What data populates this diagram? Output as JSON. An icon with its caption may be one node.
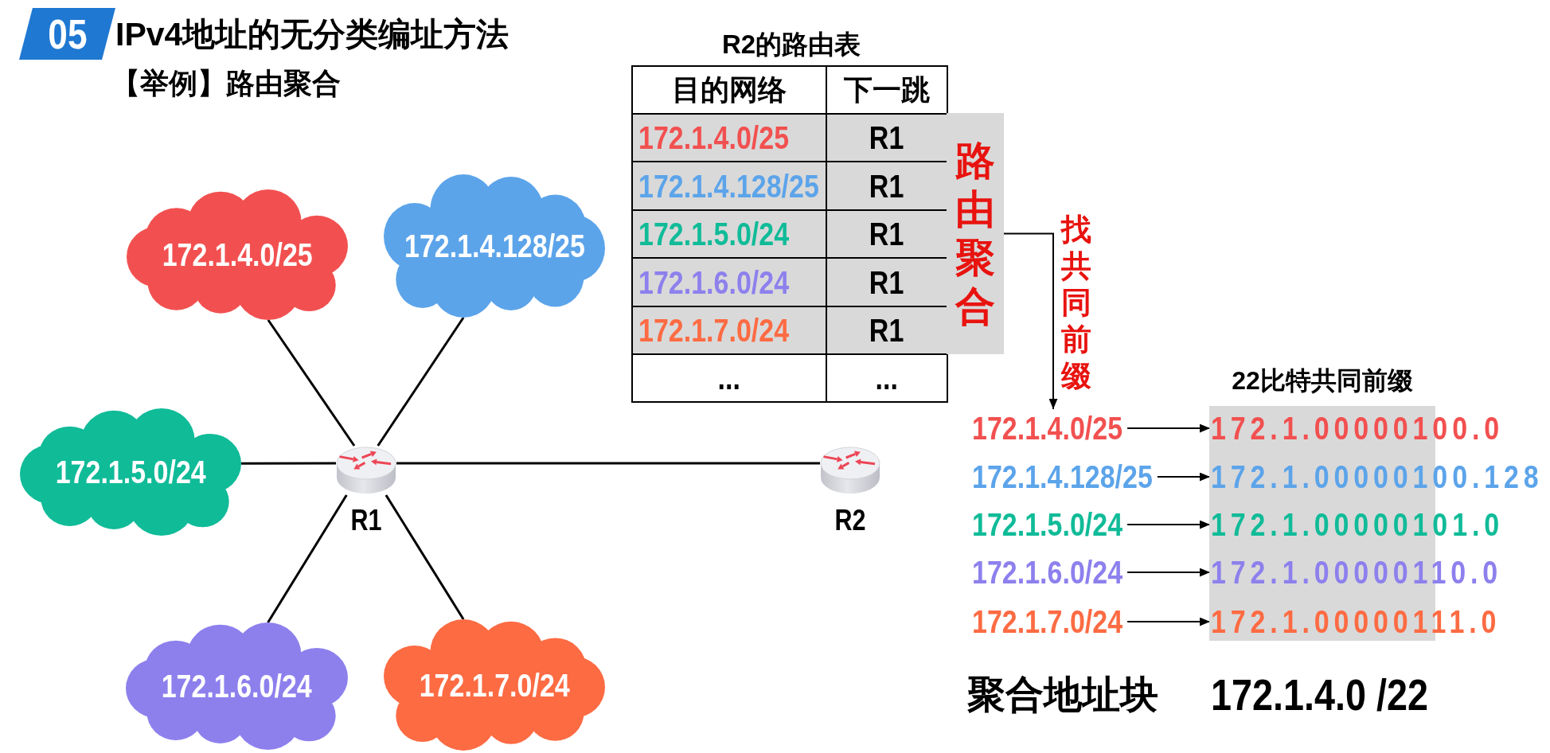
{
  "diagram": {
    "title": "IPv4地址的无分类编址方法",
    "nodes": [
      {
        "text": [
          "172.1.4.0/25"
        ]
      },
      {
        "text": [
          "172.1.4.128/25"
        ]
      },
      {
        "text": [
          "172.1.5.0/24"
        ]
      },
      {
        "text": [],
        "shape": "picture",
        "beside": [
          "R1"
        ]
      },
      {
        "text": [],
        "shape": "picture",
        "beside": [
          "R2"
        ]
      },
      {
        "text": [
          "172.1.6.0/24"
        ]
      },
      {
        "text": [
          "172.1.7.0/24"
        ]
      },
      {
        "text": [
          "路由聚合"
        ]
      },
      {
        "text": [
          "22比特共同前缀"
        ]
      },
      {
        "text": [
          "172.1.4.0/25"
        ]
      },
      {
        "text": [
          "172.1.4.128/25"
        ]
      },
      {
        "text": [
          "172.1.5.0/24"
        ]
      },
      {
        "text": [
          "172.1.6.0/24"
        ]
      },
      {
        "text": [
          "172.1.7.0/24"
        ]
      },
      {
        "text": [
          "172.1.00000100.0"
        ]
      },
      {
        "text": [
          "172.1.00000100.128"
        ]
      },
      {
        "text": [
          "172.1.00000101.0"
        ]
      },
      {
        "text": [
          "172.1.00000110.0"
        ]
      },
      {
        "text": [
          "172.1.00000111.0"
        ]
      }
    ],
    "edges": [
      {
        "from": 3,
        "to": 0,
        "arrow": "none"
      },
      {
        "from": 3,
        "to": 1,
        "arrow": "none"
      },
      {
        "from": 3,
        "to": 2,
        "arrow": "none"
      },
      {
        "from": 3,
        "to": 5,
        "arrow": "none"
      },
      {
        "from": 3,
        "to": 6,
        "arrow": "none"
      },
      {
        "from": 3,
        "to": 4,
        "arrow": "none"
      },
      {
        "from": 7,
        "to": 9,
        "arrow": "to",
        "label": "找共同前缀"
      },
      {
        "from": 9,
        "to": 14,
        "arrow": "to"
      },
      {
        "from": 10,
        "to": 15,
        "arrow": "to"
      },
      {
        "from": 11,
        "to": 16,
        "arrow": "to"
      },
      {
        "from": 12,
        "to": 17,
        "arrow": "to"
      },
      {
        "from": 13,
        "to": 18,
        "arrow": "to"
      }
    ],
    "labels": [
      "05",
      "【举例】路由聚合",
      "R2的路由表",
      "目的网络",
      "下一跳",
      "172.1.4.0/25",
      "R1",
      "172.1.4.128/25",
      "R1",
      "172.1.5.0/24",
      "R1",
      "172.1.6.0/24",
      "R1",
      "172.1.7.0/24",
      "R1",
      "...",
      "...",
      "聚合地址块",
      "172.1.4.0 /22"
    ]
  }
}
